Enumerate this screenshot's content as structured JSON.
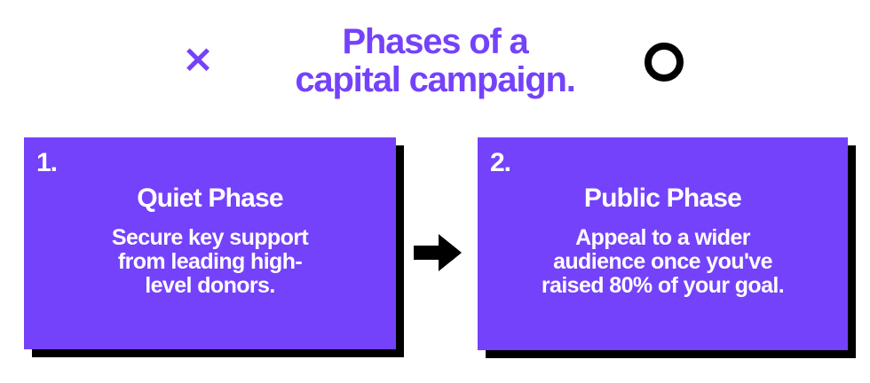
{
  "header": {
    "decor_left_icon": "x-mark-icon",
    "decor_right_icon": "circle-outline-icon",
    "title_line_1": "Phases of a",
    "title_line_2": "capital campaign.",
    "title_color": "#7442FA",
    "decor_left_color": "#7442FA",
    "decor_right_color": "#000000"
  },
  "connector": {
    "icon": "arrow-right-icon",
    "color": "#000000"
  },
  "cards": [
    {
      "number": "1.",
      "heading": "Quiet Phase",
      "desc_lines": [
        "Secure key support",
        "from leading high-",
        "level donors."
      ],
      "bg_color": "#7442FA",
      "shadow_color": "#000000",
      "text_color": "#FFFFFF"
    },
    {
      "number": "2.",
      "heading": "Public Phase",
      "desc_lines": [
        "Appeal to a wider",
        "audience once you've",
        "raised 80% of your goal."
      ],
      "bg_color": "#7442FA",
      "shadow_color": "#000000",
      "text_color": "#FFFFFF"
    }
  ],
  "canvas": {
    "background": "#FFFFFF"
  }
}
